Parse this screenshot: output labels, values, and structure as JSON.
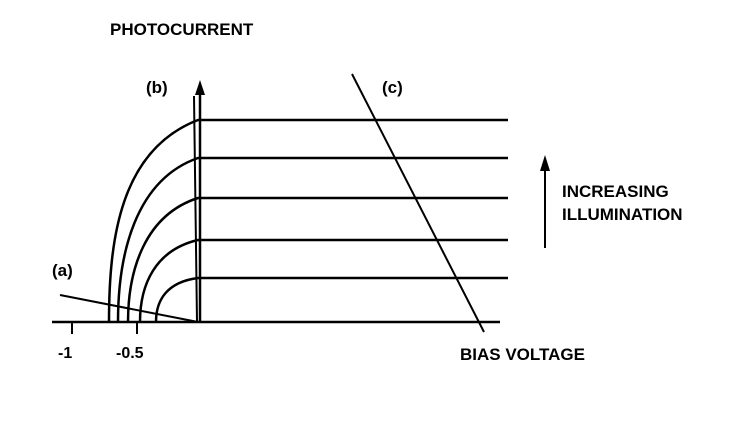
{
  "diagram": {
    "y_axis_label": "PHOTOCURRENT",
    "x_axis_label": "BIAS VOLTAGE",
    "tick_labels": [
      "-1",
      "-0.5"
    ],
    "curve_labels": {
      "a": "(a)",
      "b": "(b)",
      "c": "(c)"
    },
    "arrow_label_lines": [
      "INCREASING",
      "ILLUMINATION"
    ],
    "curve_count": 5,
    "colors": {
      "ink": "#000000",
      "background": "#ffffff"
    }
  }
}
